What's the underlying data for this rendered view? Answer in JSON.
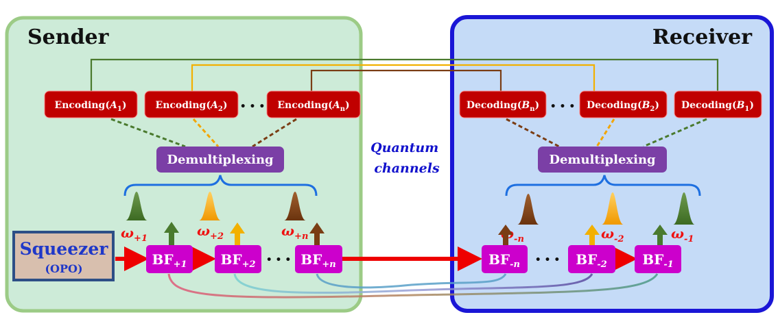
{
  "sender": {
    "title": "Sender",
    "encoders": [
      {
        "prefix": "Encoding(",
        "var": "A",
        "sub": "1",
        "suffix": ")"
      },
      {
        "prefix": "Encoding(",
        "var": "A",
        "sub": "2",
        "suffix": ")"
      },
      {
        "prefix": "Encoding(",
        "var": "A",
        "sub": "n",
        "suffix": ")"
      }
    ],
    "demux": "Demultiplexing",
    "source_label": "Squeezer",
    "source_sub": "(OPO)",
    "omegas": [
      {
        "base": "ω",
        "sub": "+1"
      },
      {
        "base": "ω",
        "sub": "+2"
      },
      {
        "base": "ω",
        "sub": "+n"
      }
    ],
    "bfs": [
      {
        "base": "BF",
        "sub": "+1"
      },
      {
        "base": "BF",
        "sub": "+2"
      },
      {
        "base": "BF",
        "sub": "+n"
      }
    ]
  },
  "receiver": {
    "title": "Receiver",
    "decoders": [
      {
        "prefix": "Decoding(",
        "var": "B",
        "sub": "n",
        "suffix": ")"
      },
      {
        "prefix": "Decoding(",
        "var": "B",
        "sub": "2",
        "suffix": ")"
      },
      {
        "prefix": "Decoding(",
        "var": "B",
        "sub": "1",
        "suffix": ")"
      }
    ],
    "demux": "Demultiplexing",
    "omegas": [
      {
        "base": "ω",
        "sub": "-n"
      },
      {
        "base": "ω",
        "sub": "-2"
      },
      {
        "base": "ω",
        "sub": "-1"
      }
    ],
    "bfs": [
      {
        "base": "BF",
        "sub": "-n"
      },
      {
        "base": "BF",
        "sub": "-2"
      },
      {
        "base": "BF",
        "sub": "-1"
      }
    ]
  },
  "channel_label_line1": "Quantum",
  "channel_label_line2": "channels",
  "ellipsis": "• • •",
  "colors": {
    "sender_bg": "#cdebd8",
    "sender_border": "#9ccb86",
    "receiver_bg": "#c5dbf7",
    "receiver_border": "#1a16d6",
    "encoder_fill": "#c00000",
    "demux_fill": "#7b3fa6",
    "bf_fill": "#cc00cc",
    "squeezer_fill": "#d8bfae",
    "squeezer_border": "#2d4f86",
    "squeezer_text": "#1f38c8",
    "main_arrow": "#ee0000",
    "omega_text": "#ee1111",
    "channel_text": "#1111cc",
    "mode1": "#4a7a2e",
    "mode2": "#f2a500",
    "moden": "#7a3d14"
  }
}
